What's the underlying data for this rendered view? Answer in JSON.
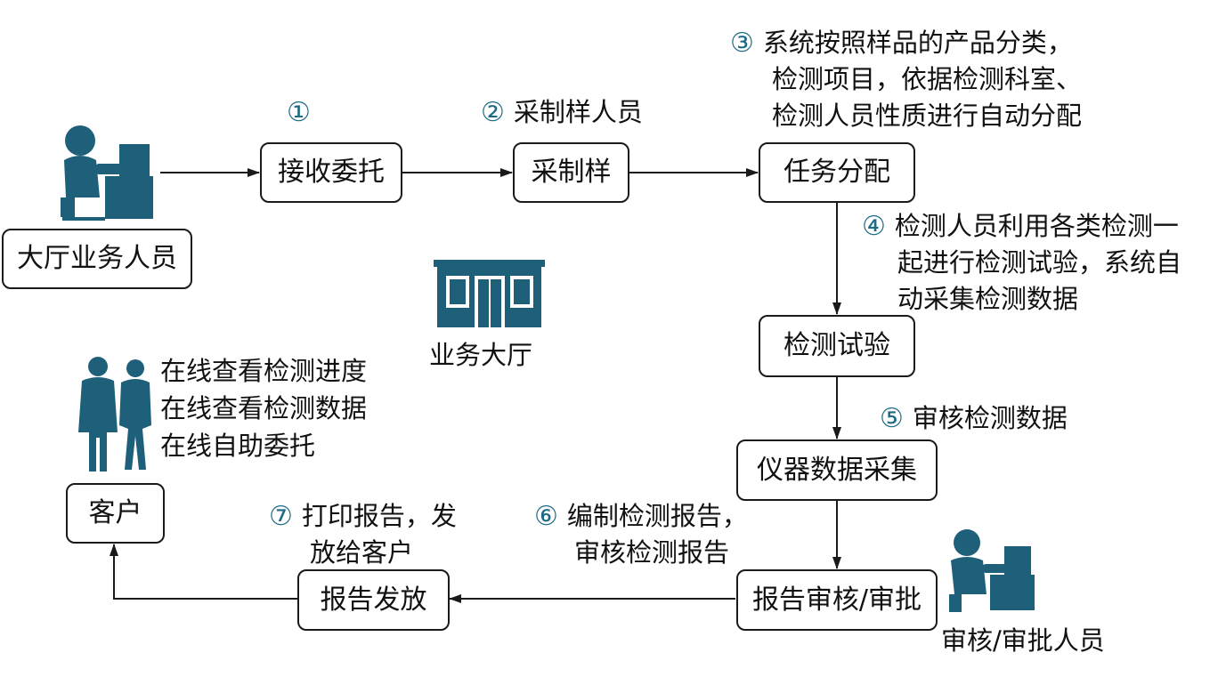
{
  "colors": {
    "icon": "#1e5f7a",
    "step_number": "#1c6a86",
    "line": "#1a1a1a"
  },
  "boxes": {
    "receive": "接收委托",
    "sample": "采制样",
    "assign": "任务分配",
    "test": "检测试验",
    "collect": "仪器数据采集",
    "review": "报告审核/审批",
    "issue": "报告发放",
    "hall_staff": "大厅业务人员",
    "customer": "客户"
  },
  "icons": {
    "hall_staff": "office-worker-icon",
    "building": "service-hall-building-icon",
    "customers": "business-people-icon",
    "reviewer": "office-worker-icon"
  },
  "labels": {
    "hall": "业务大厅",
    "reviewer": "审核/审批人员",
    "customer_services": [
      "在线查看检测进度",
      "在线查看检测数据",
      "在线自助委托"
    ]
  },
  "steps": [
    {
      "num": "①",
      "lines": []
    },
    {
      "num": "②",
      "lines": [
        "采制样人员"
      ]
    },
    {
      "num": "③",
      "lines": [
        "系统按照样品的产品分类，",
        "检测项目，依据检测科室、",
        "检测人员性质进行自动分配"
      ]
    },
    {
      "num": "④",
      "lines": [
        "检测人员利用各类检测一",
        "起进行检测试验，系统自",
        "动采集检测数据"
      ]
    },
    {
      "num": "⑤",
      "lines": [
        "审核检测数据"
      ]
    },
    {
      "num": "⑥",
      "lines": [
        "编制检测报告，",
        "审核检测报告"
      ]
    },
    {
      "num": "⑦",
      "lines": [
        "打印报告，发",
        "放给客户"
      ]
    }
  ]
}
